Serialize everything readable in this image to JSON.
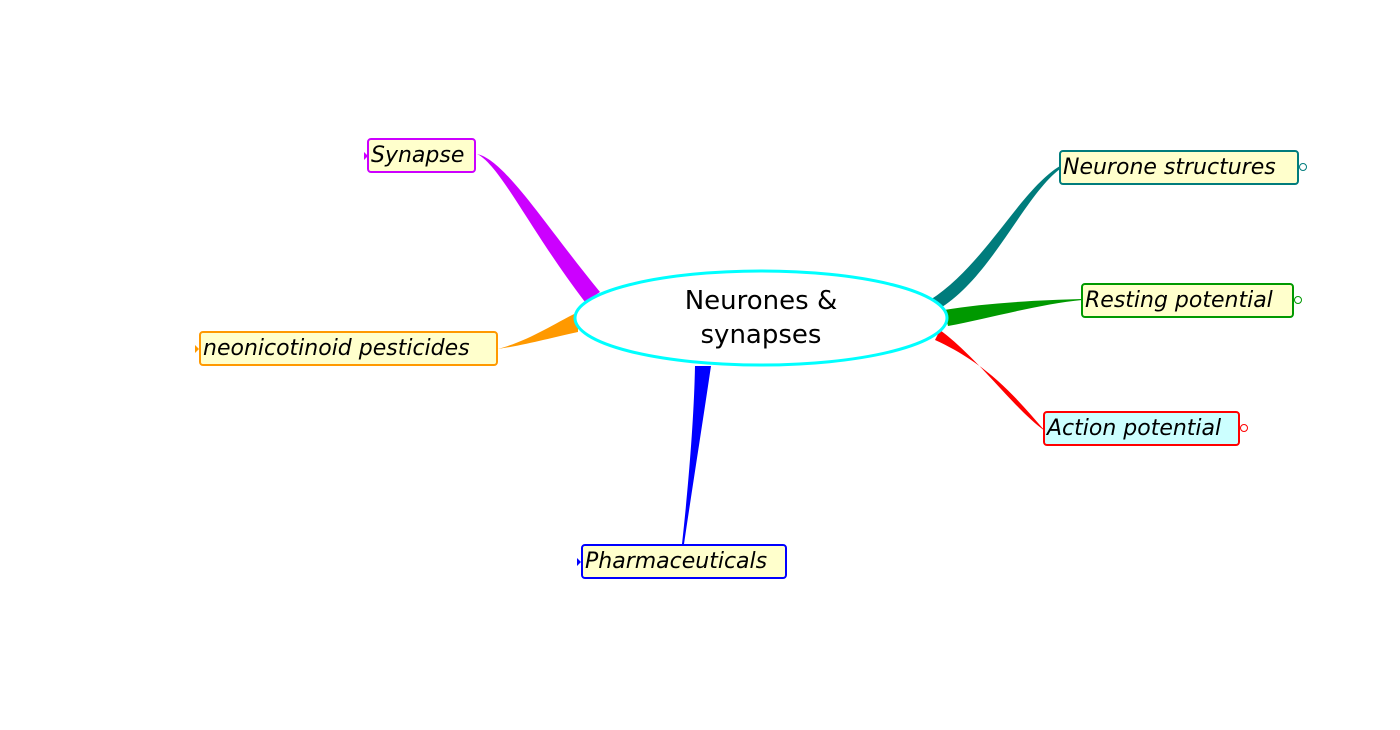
{
  "mindmap": {
    "center": {
      "line1": "Neurones &",
      "line2": "synapses",
      "border_color": "#00ffff"
    },
    "nodes": [
      {
        "id": "synapse",
        "label": "Synapse",
        "color": "#cc00ff",
        "fill": "#ffffcc",
        "side": "left"
      },
      {
        "id": "neonicotinoid",
        "label": "neonicotinoid pesticides",
        "color": "#ff9900",
        "fill": "#ffffcc",
        "side": "left"
      },
      {
        "id": "pharmaceuticals",
        "label": "Pharmaceuticals",
        "color": "#0000ff",
        "fill": "#ffffcc",
        "side": "left"
      },
      {
        "id": "neurone-structures",
        "label": "Neurone structures",
        "color": "#007c7c",
        "fill": "#ffffcc",
        "side": "right"
      },
      {
        "id": "resting-potential",
        "label": "Resting potential",
        "color": "#009900",
        "fill": "#ffffcc",
        "side": "right"
      },
      {
        "id": "action-potential",
        "label": "Action potential",
        "color": "#ff0000",
        "fill": "#ccffff",
        "side": "right"
      }
    ]
  }
}
